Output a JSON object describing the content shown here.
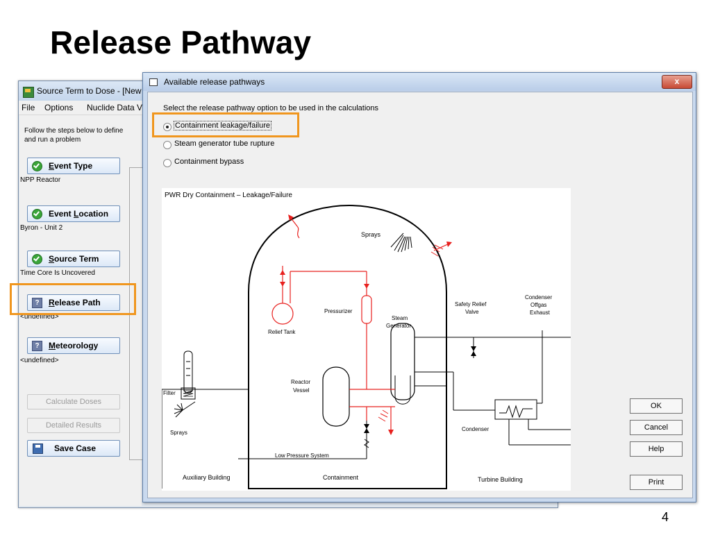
{
  "slide": {
    "title": "Release Pathway",
    "page_number": "4"
  },
  "bg_window": {
    "title": "Source Term to Dose - [New C",
    "menu": [
      "File",
      "Options",
      "Nuclide Data Vi"
    ],
    "instructions": "Follow the steps below to define and run a problem",
    "steps": [
      {
        "label_pre": "",
        "label_u": "E",
        "label_post": "vent Type",
        "icon": "check-icon",
        "status": "NPP Reactor"
      },
      {
        "label_pre": "Event ",
        "label_u": "L",
        "label_post": "ocation",
        "icon": "check-icon",
        "status": "Byron - Unit 2"
      },
      {
        "label_pre": "",
        "label_u": "S",
        "label_post": "ource Term",
        "icon": "check-icon",
        "status": "Time Core Is Uncovered"
      },
      {
        "label_pre": "",
        "label_u": "R",
        "label_post": "elease Path",
        "icon": "question-icon",
        "status": "<undefined>"
      },
      {
        "label_pre": "",
        "label_u": "M",
        "label_post": "eteorology",
        "icon": "question-icon",
        "status": "<undefined>"
      }
    ],
    "calculate": "Calculate Doses",
    "detailed": "Detailed Results",
    "save": "Save Case"
  },
  "dialog": {
    "title": "Available release pathways",
    "close": "x",
    "prompt": "Select the release pathway option to be used in the calculations",
    "options": [
      {
        "label": "Containment leakage/failure",
        "selected": true
      },
      {
        "label": "Steam generator tube rupture",
        "selected": false
      },
      {
        "label": "Containment bypass",
        "selected": false
      }
    ],
    "buttons": {
      "ok": "OK",
      "cancel": "Cancel",
      "help": "Help",
      "print": "Print"
    }
  },
  "diagram": {
    "title": "PWR Dry Containment  – Leakage/Failure",
    "labels": {
      "sprays_top": "Sprays",
      "pressurizer": "Pressurizer",
      "relief_tank": "Relief Tank",
      "steam_gen_1": "Steam",
      "steam_gen_2": "Generator",
      "reactor_1": "Reactor",
      "reactor_2": "Vessel",
      "filter": "Filter",
      "sprays_aux": "Sprays",
      "low_pressure": "Low Pressure System",
      "safety_relief_1": "Safety Relief",
      "safety_relief_2": "Valve",
      "condenser_offgas_1": "Condenser",
      "condenser_offgas_2": "Offgas",
      "condenser_offgas_3": "Exhaust",
      "condenser": "Condenser",
      "aux_building": "Auxiliary Building",
      "containment": "Containment",
      "turbine_building": "Turbine Building"
    },
    "colors": {
      "release": "#e8201e",
      "line": "#000000"
    }
  }
}
